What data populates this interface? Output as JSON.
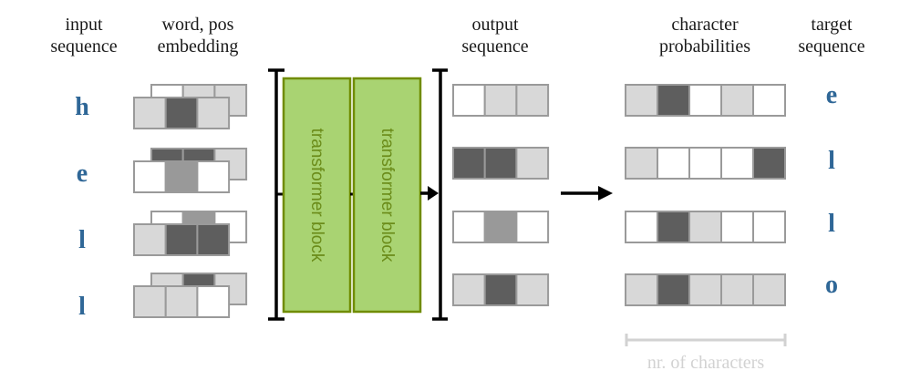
{
  "headers": {
    "input_sequence": [
      "input",
      "sequence"
    ],
    "embedding": [
      "word, pos",
      "embedding"
    ],
    "output_sequence": [
      "output",
      "sequence"
    ],
    "character_probabilities": [
      "character",
      "probabilities"
    ],
    "target_sequence": [
      "target",
      "sequence"
    ]
  },
  "input_sequence": [
    "h",
    "e",
    "l",
    "l"
  ],
  "embeddings": [
    {
      "token": "h",
      "back": [
        "white",
        "light",
        "light"
      ],
      "front": [
        "light",
        "dark",
        "light"
      ]
    },
    {
      "token": "e",
      "back": [
        "dark",
        "dark",
        "light"
      ],
      "front": [
        "white",
        "mid",
        "white"
      ]
    },
    {
      "token": "l",
      "back": [
        "white",
        "mid",
        "white"
      ],
      "front": [
        "light",
        "dark",
        "dark"
      ]
    },
    {
      "token": "l",
      "back": [
        "light",
        "dark",
        "light"
      ],
      "front": [
        "light",
        "light",
        "white"
      ]
    }
  ],
  "transformer_blocks": [
    "transformer block",
    "transformer block"
  ],
  "output_sequence": [
    [
      "white",
      "light",
      "light"
    ],
    [
      "dark",
      "dark",
      "light"
    ],
    [
      "white",
      "mid",
      "white"
    ],
    [
      "light",
      "dark",
      "light"
    ]
  ],
  "character_probabilities": [
    [
      "light",
      "dark",
      "white",
      "light",
      "white"
    ],
    [
      "light",
      "white",
      "white",
      "white",
      "dark"
    ],
    [
      "white",
      "dark",
      "light",
      "white",
      "white"
    ],
    [
      "light",
      "dark",
      "light",
      "light",
      "light"
    ]
  ],
  "target_sequence": [
    "e",
    "l",
    "l",
    "o"
  ],
  "characters_axis_label": "nr. of characters",
  "colors": {
    "cell_white": "#ffffff",
    "cell_light": "#d8d8d8",
    "cell_mid": "#999999",
    "cell_dark": "#5e5e5e",
    "cell_border": "#9a9a9a",
    "token_text": "#2f6797",
    "block_fill": "#a9d372",
    "block_border": "#708c00",
    "block_text": "#6b8c1a",
    "bracket": "#000000",
    "axis_note": "#d2d2d2"
  }
}
